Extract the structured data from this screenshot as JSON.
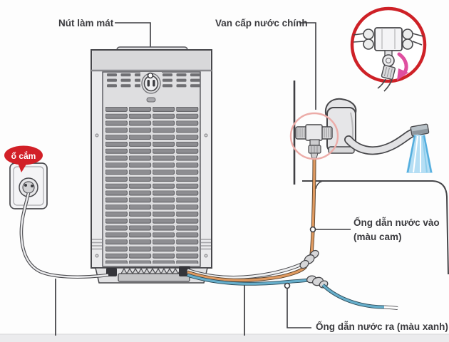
{
  "labels": {
    "cooling_button": "Nút làm mát",
    "main_water_valve": "Van cấp nước chính",
    "power_socket": "ổ cắm",
    "inlet_tube_line1": "Ống dẫn nước vào",
    "inlet_tube_line2": "(màu cam)",
    "outlet_tube": "Ống dẫn nước ra (màu xanh)"
  },
  "colors": {
    "callout_red": "#ce2127",
    "bubble_red": "#d22027",
    "tube_orange": "#e09a60",
    "tube_blue": "#66aecb",
    "rotate_arrow_pink": "#df4fa0",
    "line_dark": "#47474a",
    "water_spray_blue": "#b5def4"
  }
}
